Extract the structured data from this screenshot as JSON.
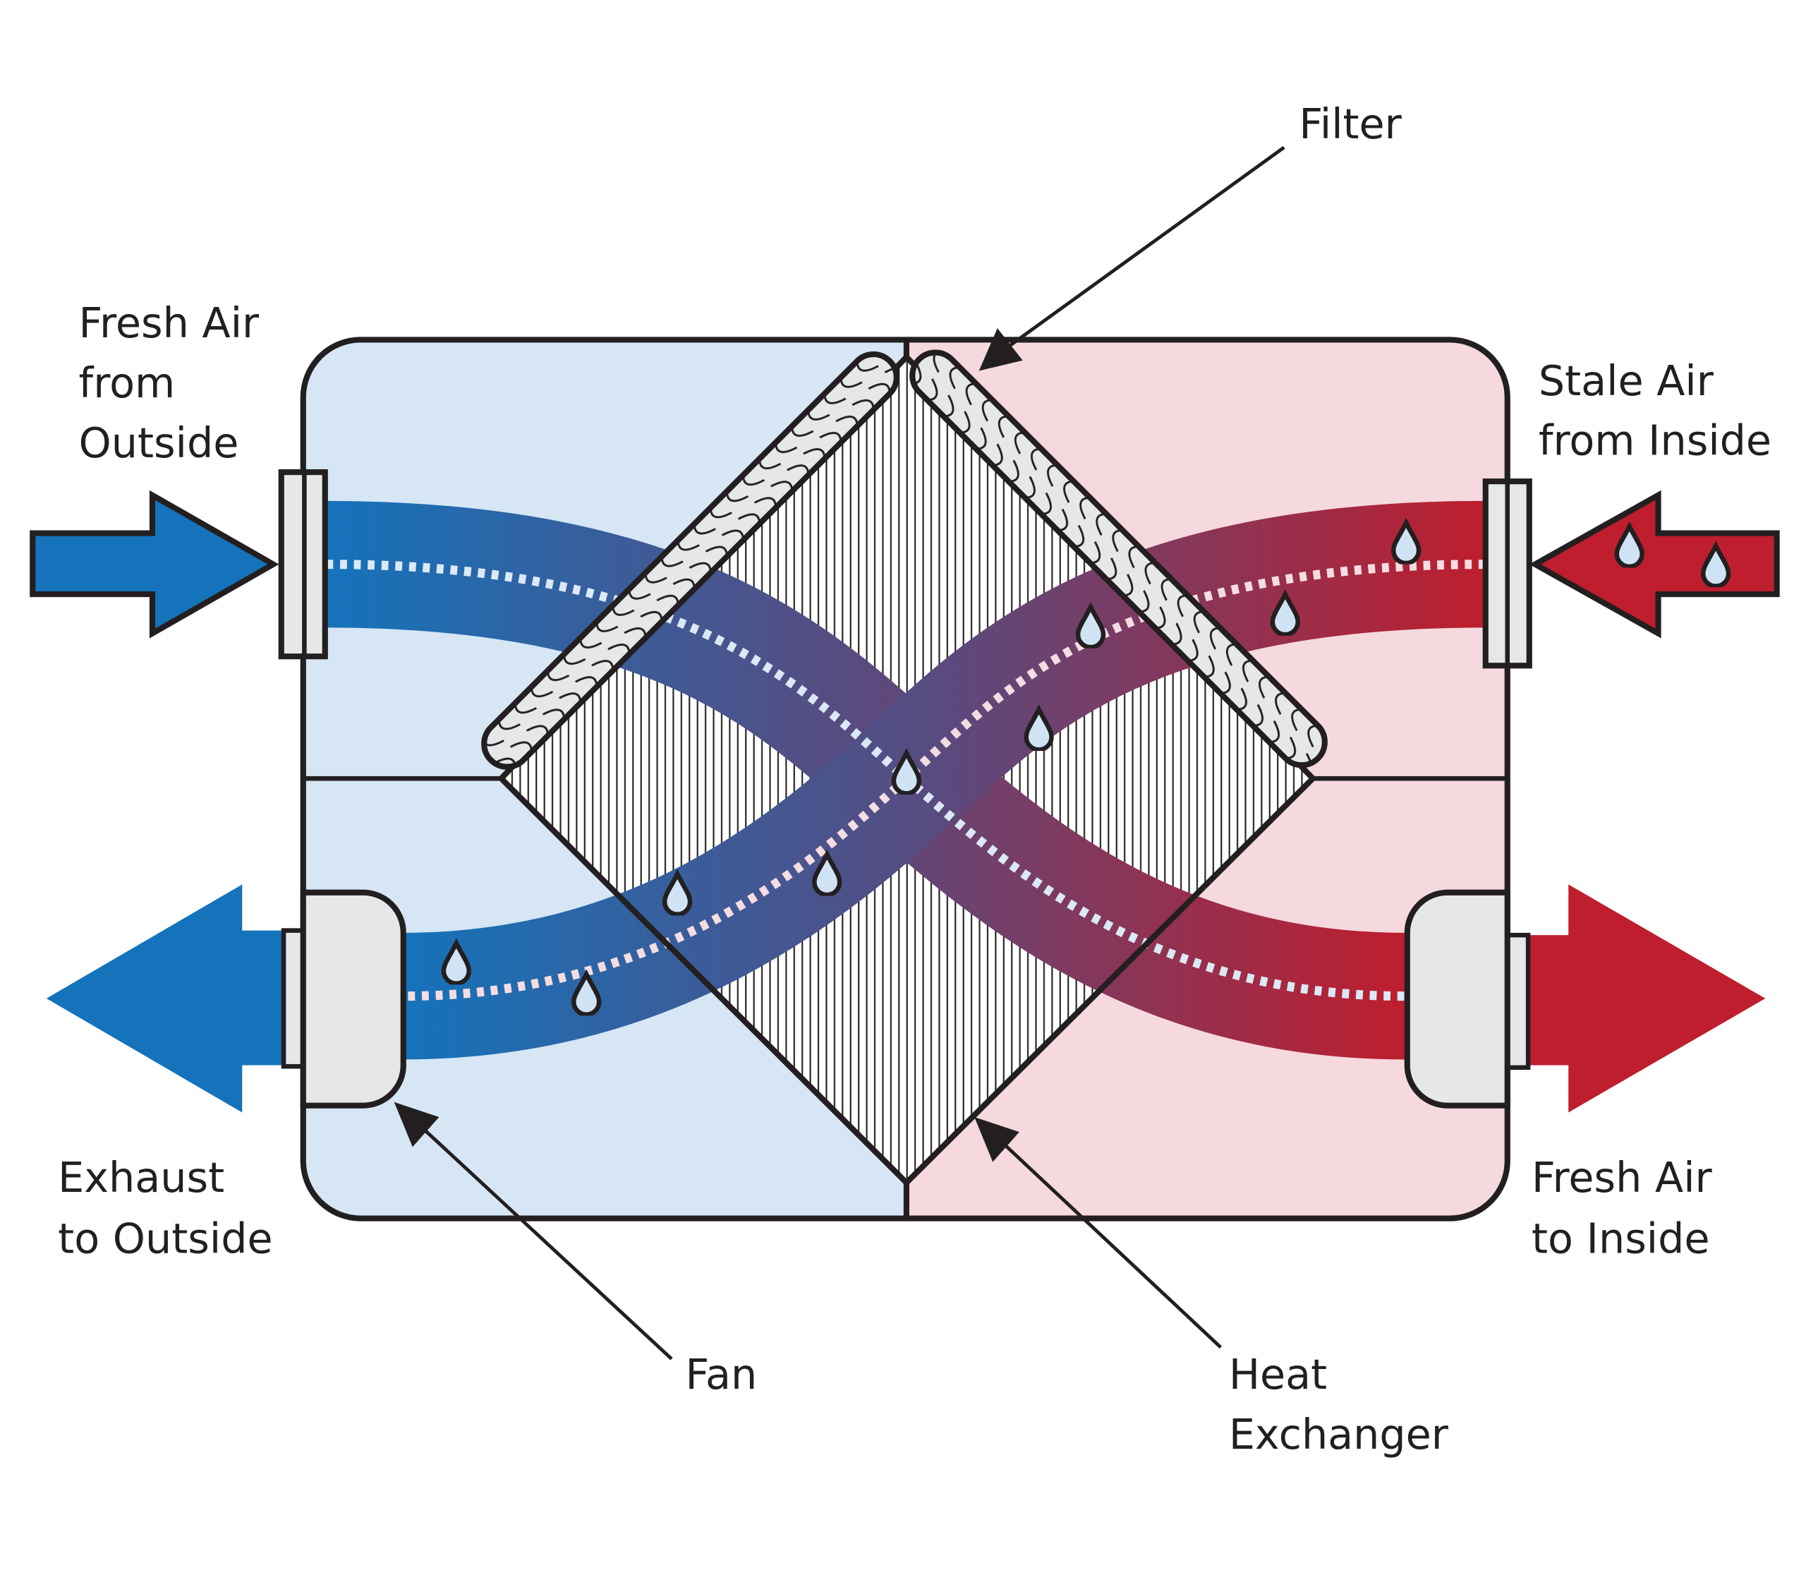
{
  "labels": {
    "fresh_air_from_outside": [
      "Fresh Air",
      "from",
      "Outside"
    ],
    "stale_air_from_inside": [
      "Stale Air",
      "from Inside"
    ],
    "exhaust_to_outside": [
      "Exhaust",
      "to Outside"
    ],
    "fresh_air_to_inside": [
      "Fresh Air",
      "to Inside"
    ],
    "filter": "Filter",
    "fan": "Fan",
    "heat_exchanger": [
      "Heat",
      "Exchanger"
    ]
  },
  "colors": {
    "cold_blue": "#1573bb",
    "warm_red": "#be1e2d",
    "cold_zone": "#d6e6f5",
    "warm_zone": "#f5d9de",
    "outline": "#231f20",
    "device_gray": "#e6e7e8"
  }
}
